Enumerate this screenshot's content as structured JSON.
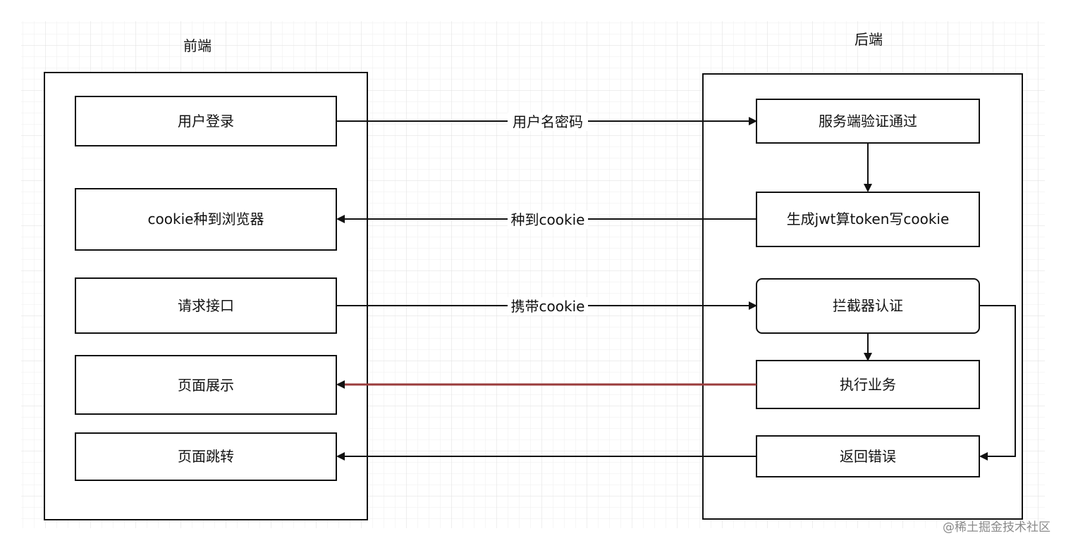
{
  "frontend": {
    "title": "前端",
    "nodes": {
      "login": "用户登录",
      "cookie_set": "cookie种到浏览器",
      "request": "请求接口",
      "display": "页面展示",
      "redirect": "页面跳转"
    }
  },
  "backend": {
    "title": "后端",
    "nodes": {
      "verify": "服务端验证通过",
      "generate": "生成jwt算token写cookie",
      "intercept": "拦截器认证",
      "execute": "执行业务",
      "error": "返回错误"
    }
  },
  "edges": {
    "credentials": "用户名密码",
    "set_cookie": "种到cookie",
    "carry_cookie": "携带cookie"
  },
  "watermark": "@稀土掘金技术社区",
  "colors": {
    "grid": "#e6e6e6",
    "stroke": "#111111",
    "highlight_edge": "#b85c5c"
  }
}
